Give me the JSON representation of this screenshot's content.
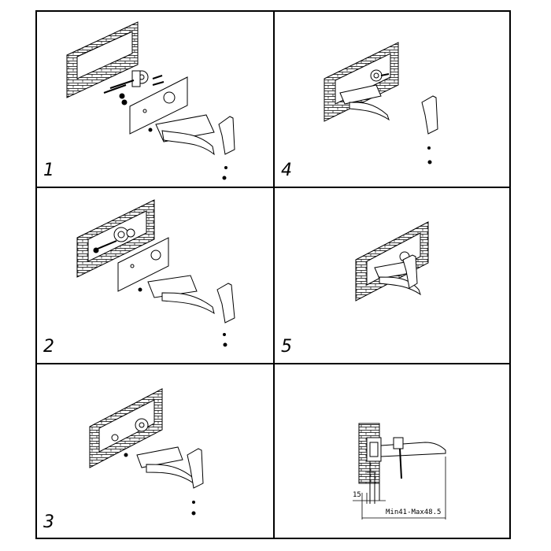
{
  "steps": [
    {
      "number": "1"
    },
    {
      "number": "2"
    },
    {
      "number": "3"
    },
    {
      "number": "4"
    },
    {
      "number": "5"
    }
  ],
  "dimension": {
    "depth_label": "15",
    "range_label": "Min41-Max48.5"
  },
  "colors": {
    "line": "#000000",
    "background": "#ffffff"
  }
}
